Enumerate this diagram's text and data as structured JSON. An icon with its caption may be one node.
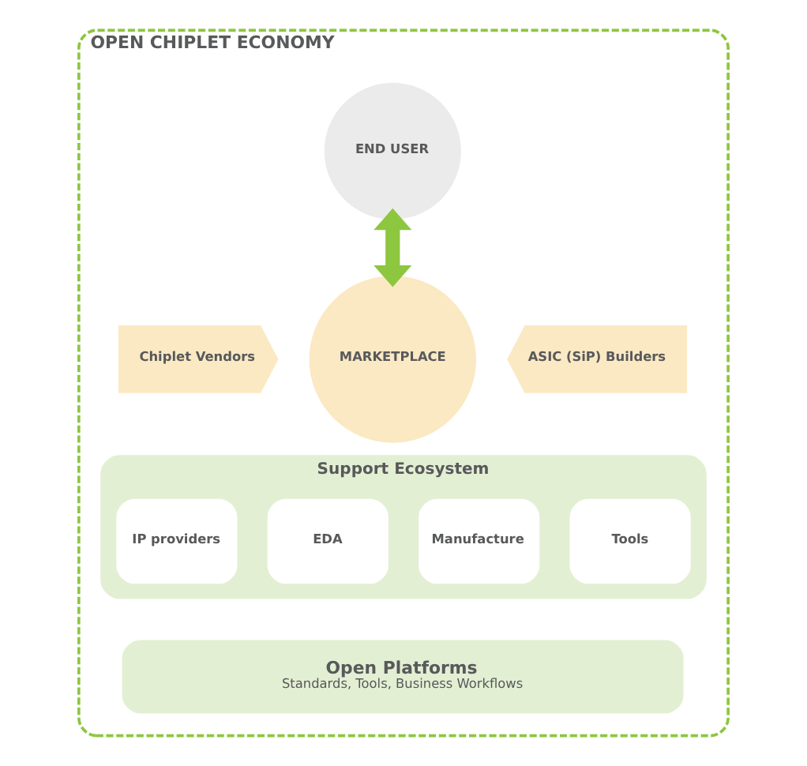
{
  "diagram": {
    "nodes": [
      {
        "text": [
          "OPEN CHIPLET ECONOMY"
        ]
      },
      {
        "text": [
          "END USER"
        ],
        "in": 0
      },
      {
        "text": [
          "Chiplet Vendors"
        ],
        "in": 0
      },
      {
        "text": [
          "MARKETPLACE"
        ],
        "in": 0
      },
      {
        "text": [
          "ASIC (SiP) Builders"
        ],
        "in": 0
      },
      {
        "text": [
          "Support Ecosystem"
        ],
        "in": 0
      },
      {
        "text": [
          "IP providers"
        ],
        "in": 5
      },
      {
        "text": [
          "EDA"
        ],
        "in": 5
      },
      {
        "text": [
          "Manufacture"
        ],
        "in": 5
      },
      {
        "text": [
          "Tools"
        ],
        "in": 5
      },
      {
        "text": [
          "Open Platforms",
          "Standards, Tools, Business Workflows"
        ],
        "in": 0
      }
    ],
    "edges": [
      {
        "from": 1,
        "to": 3,
        "arrow": "both",
        "color": "#8dc63f"
      }
    ]
  }
}
